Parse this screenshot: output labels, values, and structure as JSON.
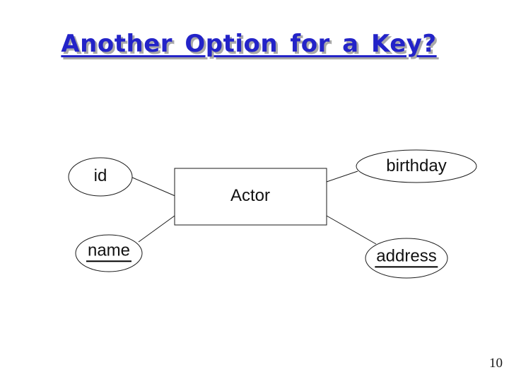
{
  "slide": {
    "title": "Another Option for a Key?",
    "page_number": "10",
    "title_color": "#2323c8",
    "title_shadow_color": "#a9a9a9",
    "background_color": "#ffffff"
  },
  "diagram": {
    "type": "er-diagram",
    "entity": {
      "label": "Actor",
      "shape": "rectangle"
    },
    "attributes": [
      {
        "label": "id",
        "shape": "ellipse",
        "underlined": false,
        "position": "top-left"
      },
      {
        "label": "birthday",
        "shape": "ellipse",
        "underlined": false,
        "position": "top-right"
      },
      {
        "label": "name",
        "shape": "ellipse",
        "underlined": true,
        "position": "bottom-left"
      },
      {
        "label": "address",
        "shape": "ellipse",
        "underlined": true,
        "position": "bottom-right"
      }
    ],
    "edges": [
      {
        "from": "Actor",
        "to": "id"
      },
      {
        "from": "Actor",
        "to": "birthday"
      },
      {
        "from": "Actor",
        "to": "name"
      },
      {
        "from": "Actor",
        "to": "address"
      }
    ]
  }
}
